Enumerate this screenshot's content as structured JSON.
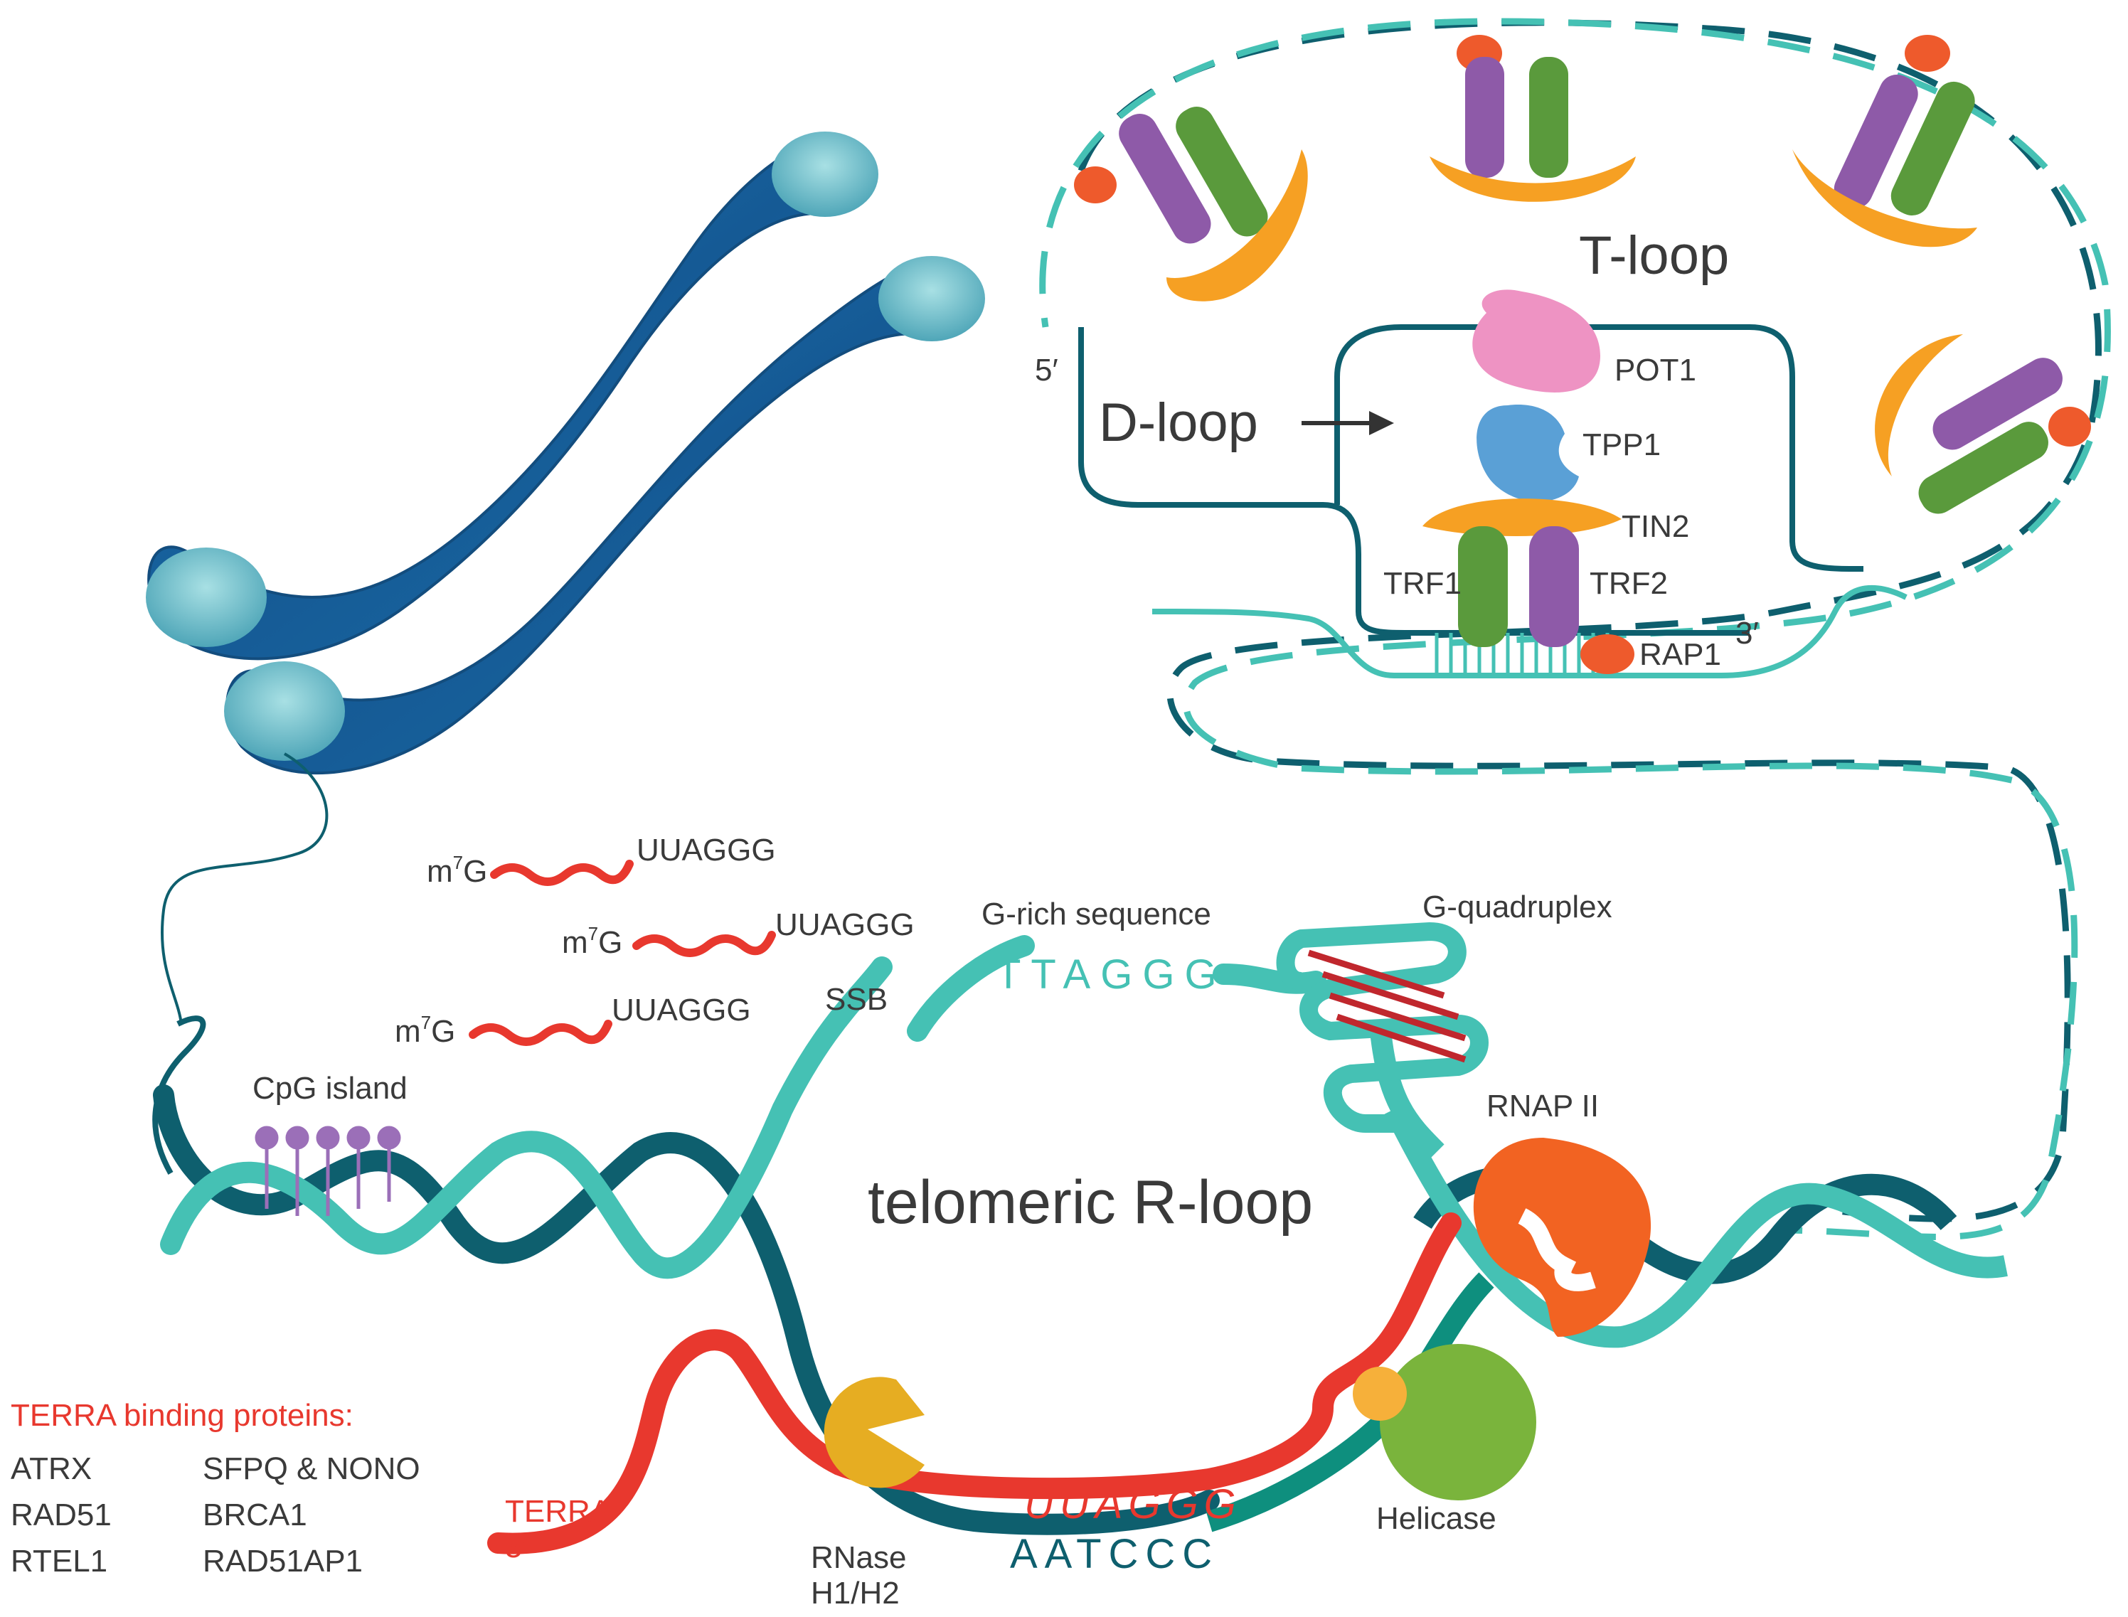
{
  "labels": {
    "t_loop": "T-loop",
    "d_loop": "D-loop",
    "pot1": "POT1",
    "tpp1": "TPP1",
    "tin2": "TIN2",
    "trf1": "TRF1",
    "trf2": "TRF2",
    "rap1": "RAP1",
    "five_prime_top": "5′",
    "three_prime": "3′",
    "r_loop": "telomeric R-loop",
    "g_rich": "G-rich sequence",
    "g_quadruplex": "G-quadruplex",
    "ssb": "SSB",
    "rnap": "RNAP II",
    "helicase": "Helicase",
    "rnase_line1": "RNase",
    "rnase_line2": "H1/H2",
    "cpg": "CpG island",
    "terra": "TERRA",
    "terra_5p": "5′",
    "seq_ttaggg": "TTAGGG",
    "seq_uuaggg": "UUAGGG",
    "seq_aatccc": "AATCCC"
  },
  "terra_rna": [
    {
      "cap": "m",
      "sup": "7",
      "g": "G",
      "tail": "UUAGGG"
    },
    {
      "cap": "m",
      "sup": "7",
      "g": "G",
      "tail": "UUAGGG"
    },
    {
      "cap": "m",
      "sup": "7",
      "g": "G",
      "tail": "UUAGGG"
    }
  ],
  "binding_proteins": {
    "title": "TERRA binding proteins:",
    "col1": [
      "ATRX",
      "RAD51",
      "RTEL1"
    ],
    "col2": [
      "SFPQ & NONO",
      "BRCA1",
      "RAD51AP1"
    ]
  },
  "colors": {
    "dna_dark": "#0e5f6e",
    "dna_light": "#45c1b4",
    "terra_red": "#e8382e",
    "chromosome": "#1c6fa8",
    "tin2_orange": "#f6a023",
    "trf_green": "#5a9a3c",
    "trf_purple": "#8e5aa8",
    "pot1_pink": "#ee93c3",
    "tpp1_blue": "#5aa0d6",
    "rap1_red": "#ee5a2c",
    "rnap_orange": "#f26322",
    "helicase_green": "#7ab43c",
    "rnase_yellow": "#e6ad22",
    "cpg_purple": "#9b6fb8",
    "quadruplex_red": "#c0272d"
  }
}
